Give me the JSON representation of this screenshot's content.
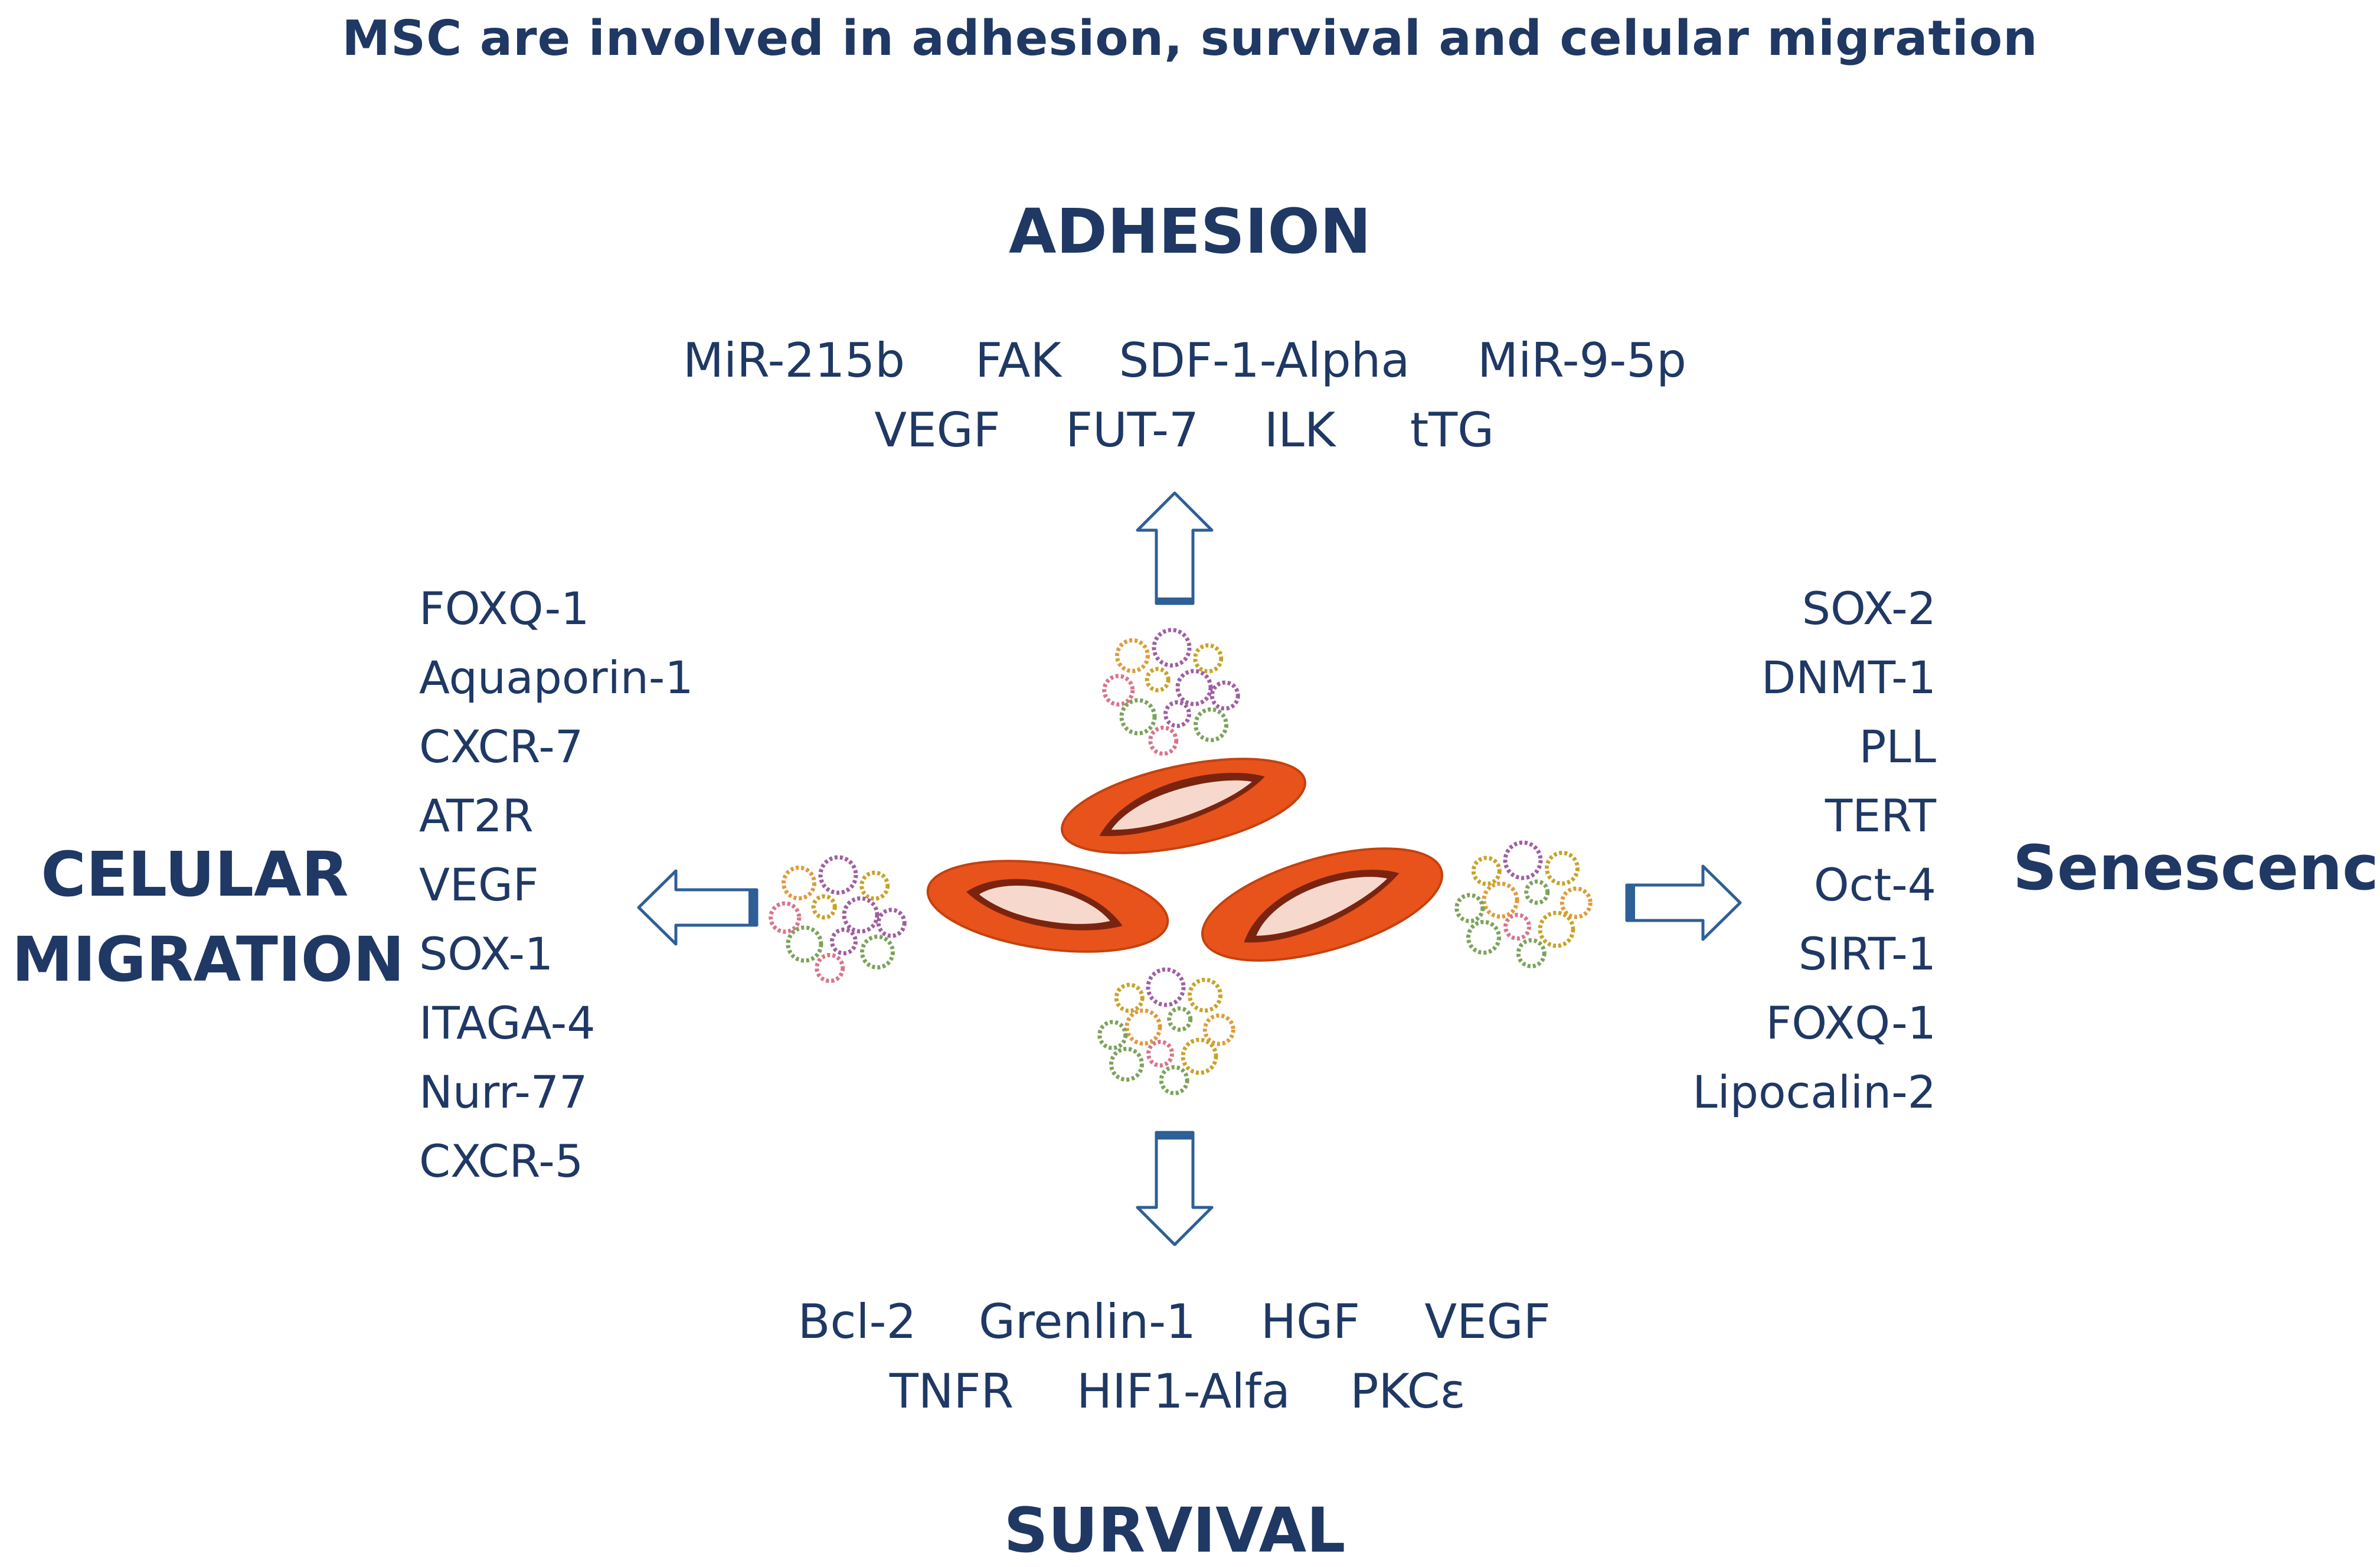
{
  "title": "MSC are involved in adhesion, survival and celular migration",
  "headings": {
    "adhesion": "ADHESION",
    "survival": "SURVIVAL",
    "senescence": "Senescence",
    "migration_line1": "CELULAR",
    "migration_line2": "MIGRATION"
  },
  "adhesion_genes": {
    "row1": [
      "MiR-215b",
      "FAK",
      "SDF-1-Alpha",
      "MiR-9-5p"
    ],
    "row2": [
      "VEGF",
      "FUT-7",
      "ILK",
      "tTG"
    ]
  },
  "survival_genes": {
    "row1": [
      "Bcl-2",
      "Grenlin-1",
      "HGF",
      "VEGF"
    ],
    "row2": [
      "TNFR",
      "HIF1-Alfa",
      "PKCε"
    ]
  },
  "migration_genes": [
    "FOXQ-1",
    "Aquaporin-1",
    "CXCR-7",
    "AT2R",
    "VEGF",
    "SOX-1",
    "ITAGA-4",
    "Nurr-77",
    "CXCR-5"
  ],
  "senescence_genes": [
    "SOX-2",
    "DNMT-1",
    "PLL",
    "TERT",
    "Oct-4",
    "SIRT-1",
    "FOXQ-1",
    "Lipocalin-2"
  ],
  "colors": {
    "text": "#1f3864",
    "cell_fill": "#e8531c",
    "cell_dark": "#b83a10",
    "nucleus_fill": "#f6d9cc",
    "arrow_stroke": "#2e5f96",
    "arrow_fill": "#ffffff",
    "vesicle_colors": [
      "#c9a227",
      "#d9738a",
      "#7ba35a",
      "#a05fa0",
      "#e09a3a"
    ]
  }
}
